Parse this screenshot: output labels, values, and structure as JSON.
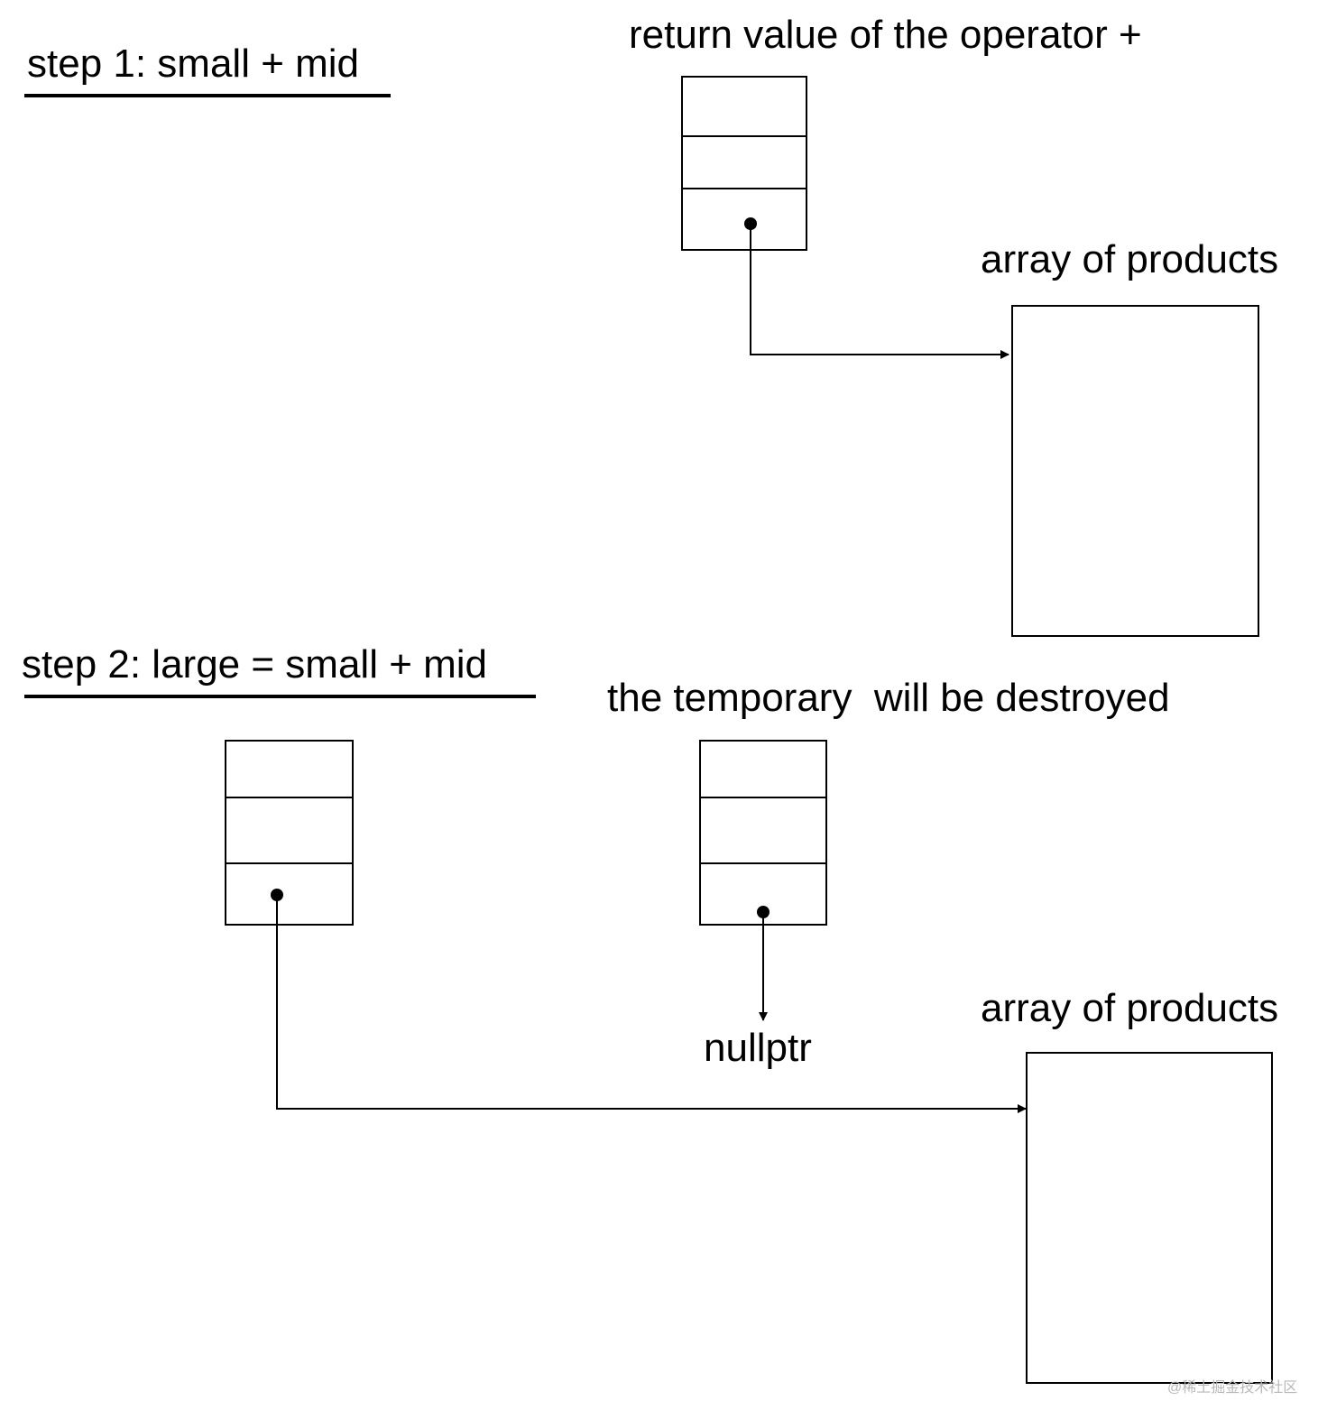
{
  "step1": {
    "title": "step 1: small + mid",
    "return_label": "return value of the operator +",
    "array_label": "array of products"
  },
  "step2": {
    "title": "step 2: large = small + mid",
    "temp_label": "the temporary  will be destroyed",
    "null_label": "nullptr",
    "array_label": "array of products"
  },
  "watermark": "@稀土掘金技术社区"
}
